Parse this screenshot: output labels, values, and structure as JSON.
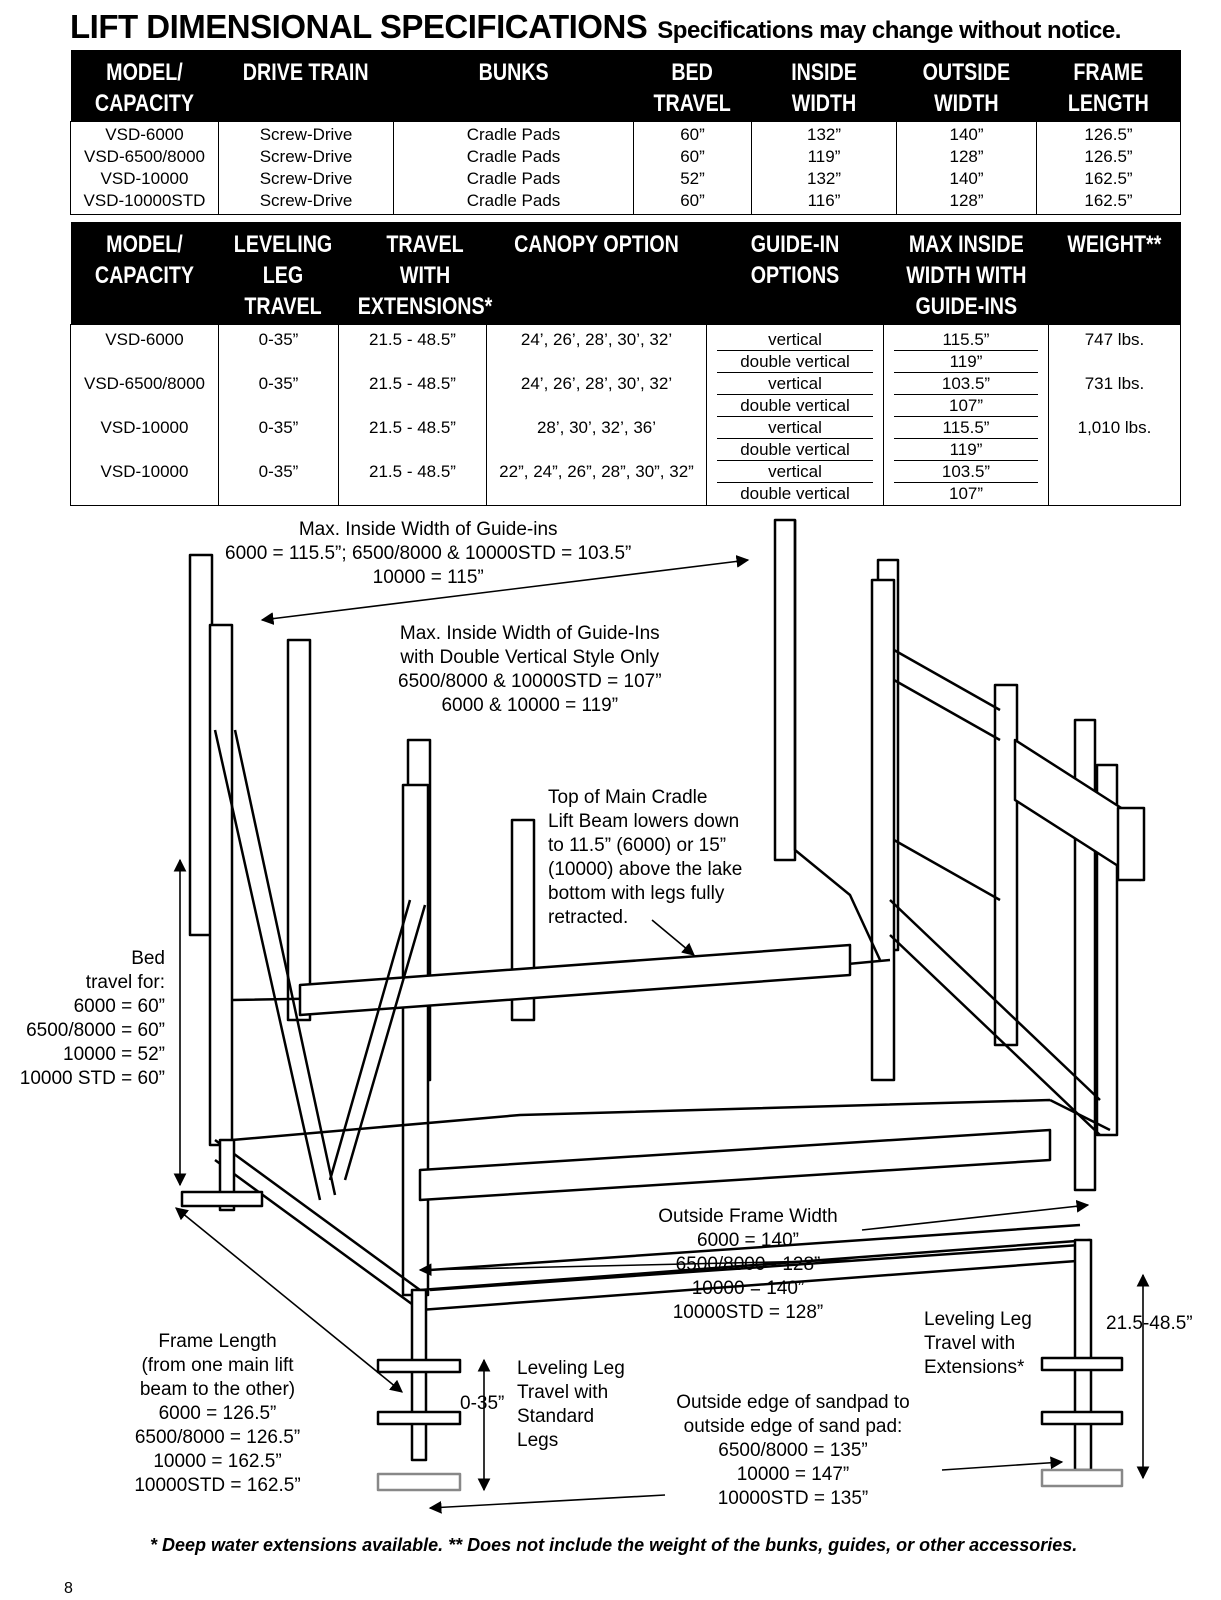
{
  "title": {
    "main": "LIFT DIMENSIONAL SPECIFICATIONS",
    "sub": "Specifications may change without notice."
  },
  "table1": {
    "headers": [
      "MODEL/\nCAPACITY",
      "DRIVE TRAIN",
      "BUNKS",
      "BED\nTRAVEL",
      "INSIDE\nWIDTH",
      "OUTSIDE\nWIDTH",
      "FRAME\nLENGTH"
    ],
    "rows": [
      [
        "VSD-6000",
        "Screw-Drive",
        "Cradle Pads",
        "60”",
        "132”",
        "140”",
        "126.5”"
      ],
      [
        "VSD-6500/8000",
        "Screw-Drive",
        "Cradle Pads",
        "60”",
        "119”",
        "128”",
        "126.5”"
      ],
      [
        "VSD-10000",
        "Screw-Drive",
        "Cradle Pads",
        "52”",
        "132”",
        "140”",
        "162.5”"
      ],
      [
        "VSD-10000STD",
        "Screw-Drive",
        "Cradle Pads",
        "60”",
        "116”",
        "128”",
        "162.5”"
      ]
    ]
  },
  "table2": {
    "headers": [
      "MODEL/\nCAPACITY",
      "LEVELING\nLEG\nTRAVEL",
      "TRAVEL\nWITH\nEXTENSIONS*",
      "CANOPY OPTION",
      "GUIDE-IN\nOPTIONS",
      "MAX INSIDE\nWIDTH WITH\nGUIDE-INS",
      "WEIGHT**"
    ],
    "models": [
      "VSD-6000",
      "VSD-6500/8000",
      "VSD-10000",
      "VSD-10000"
    ],
    "leg_travel": [
      "0-35”",
      "0-35”",
      "0-35”",
      "0-35”"
    ],
    "ext_travel": [
      "21.5 - 48.5”",
      "21.5 - 48.5”",
      "21.5 - 48.5”",
      "21.5 - 48.5”"
    ],
    "canopy": [
      "24’, 26’, 28’, 30’, 32’",
      "24’, 26’, 28’, 30’, 32’",
      "28’, 30’, 32’, 36’",
      "22”, 24”, 26”, 28”, 30”, 32”"
    ],
    "guide_options": [
      "vertical",
      "double vertical",
      "vertical",
      "double vertical",
      "vertical",
      "double vertical",
      "vertical",
      "double vertical"
    ],
    "max_inside": [
      "115.5”",
      "119”",
      "103.5”",
      "107”",
      "115.5”",
      "119”",
      "103.5”",
      "107”"
    ],
    "weight": [
      "747 lbs.",
      "731 lbs.",
      "1,010 lbs.",
      ""
    ]
  },
  "diagram": {
    "max_inside_guides": [
      "Max. Inside Width of Guide-ins",
      "6000 = 115.5”;  6500/8000 & 10000STD = 103.5”",
      "10000 = 115”"
    ],
    "max_inside_double": [
      "Max. Inside Width of Guide-Ins",
      "with Double Vertical Style Only",
      "6500/8000 & 10000STD = 107”",
      "6000 & 10000 = 119”"
    ],
    "top_cradle": [
      "Top of Main Cradle",
      "Lift Beam lowers down",
      "to 11.5” (6000) or 15”",
      "(10000) above the lake",
      "bottom with legs fully",
      "retracted."
    ],
    "bed_travel": [
      "Bed",
      "travel for:",
      "6000 = 60”",
      "6500/8000 = 60”",
      "10000 = 52”",
      "10000 STD = 60”"
    ],
    "outside_frame": [
      "Outside Frame Width",
      "6000 = 140”",
      "6500/8000 - 128”",
      "10000 = 140”",
      "10000STD = 128”"
    ],
    "frame_length": [
      "Frame Length",
      "(from one main lift",
      "beam to the other)",
      "6000 = 126.5”",
      "6500/8000 = 126.5”",
      "10000 = 162.5”",
      "10000STD = 162.5”"
    ],
    "leg_std_value": "0-35”",
    "leg_std": [
      "Leveling Leg",
      "Travel with",
      "Standard",
      "Legs"
    ],
    "leg_ext": [
      "Leveling Leg",
      "Travel with",
      "Extensions*"
    ],
    "leg_ext_value": "21.5-48.5”",
    "sandpad": [
      "Outside edge of sandpad to",
      "outside edge of sand pad:",
      "6500/8000 = 135”",
      "10000 = 147”",
      "10000STD = 135”"
    ]
  },
  "footnote": "* Deep water extensions available. ** Does not include the weight of the bunks, guides, or other accessories.",
  "page_number": "8"
}
